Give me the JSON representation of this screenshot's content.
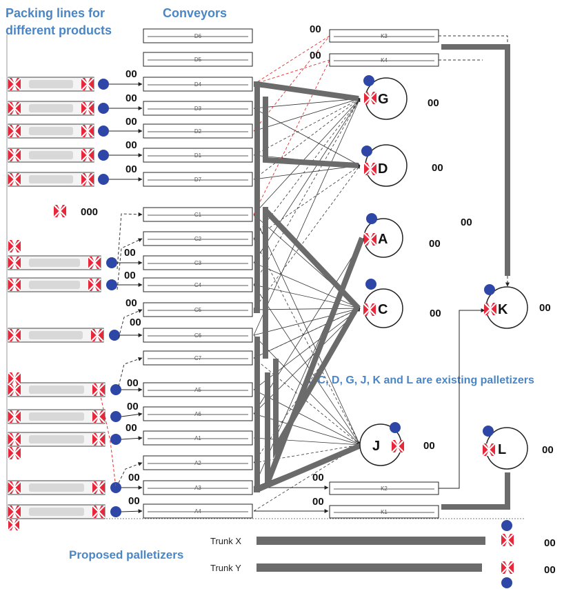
{
  "headings": {
    "packing_lines_line1": "Packing lines for",
    "packing_lines_line2": "different products",
    "conveyors": "Conveyors",
    "proposed_palletizers": "Proposed palletizers",
    "existing_note": "A, C, D, G, J, K and L are existing palletizers"
  },
  "conveyors": [
    {
      "label": "D6"
    },
    {
      "label": "D5"
    },
    {
      "label": "D4"
    },
    {
      "label": "D3"
    },
    {
      "label": "D2"
    },
    {
      "label": "D1"
    },
    {
      "label": "D7"
    },
    {
      "label": "C1"
    },
    {
      "label": "C2"
    },
    {
      "label": "C3"
    },
    {
      "label": "C4"
    },
    {
      "label": "C5"
    },
    {
      "label": "C6"
    },
    {
      "label": "C7"
    },
    {
      "label": "A5"
    },
    {
      "label": "A6"
    },
    {
      "label": "A1"
    },
    {
      "label": "A2"
    },
    {
      "label": "A3"
    },
    {
      "label": "A4"
    }
  ],
  "k_conveyors": [
    {
      "label": "K3"
    },
    {
      "label": "K4"
    },
    {
      "label": "K2"
    },
    {
      "label": "K1"
    }
  ],
  "palletizers": [
    {
      "label": "G",
      "count": "00"
    },
    {
      "label": "D",
      "count": "00"
    },
    {
      "label": "A",
      "count": "00"
    },
    {
      "label": "C",
      "count": "00"
    },
    {
      "label": "J",
      "count": "00"
    },
    {
      "label": "K",
      "count": "00"
    },
    {
      "label": "L",
      "count": "00"
    }
  ],
  "line_counts": [
    "00",
    "00",
    "00",
    "00",
    "00",
    "00",
    "00",
    "00",
    "00",
    "00",
    "00",
    "00",
    "00",
    "00"
  ],
  "k_counts": [
    "00",
    "00",
    "00",
    "00"
  ],
  "middle_count": "00",
  "legend_count": "000",
  "trunks": [
    {
      "label": "Trunk X",
      "count": "00"
    },
    {
      "label": "Trunk Y",
      "count": "00"
    }
  ],
  "colors": {
    "heading_blue": "#4a86c5",
    "dot_blue": "#2e47a6",
    "marker_red": "#e8273a",
    "bar_grey": "#6b6b6b",
    "link_red": "#e03030"
  },
  "icons": {
    "machine_marker": "x-marker-icon",
    "dot": "blue-dot-icon"
  }
}
